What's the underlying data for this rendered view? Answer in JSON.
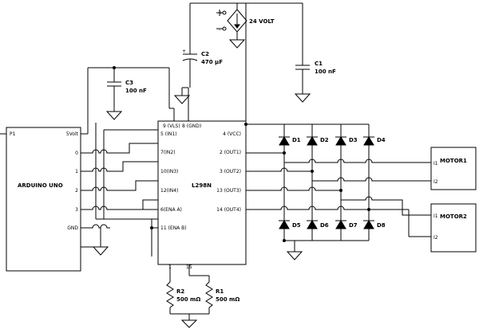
{
  "arduino": {
    "title": "ARDUINO UNO",
    "ref": "P1",
    "pins": [
      "5Volt",
      "0",
      "1",
      "2",
      "3",
      "GND"
    ]
  },
  "driver": {
    "title": "L298N",
    "top_pins": [
      "9 (VLS)",
      "8 (GND)"
    ],
    "left_pins": [
      "5 (IN1)",
      "7(IN2)",
      "10(IN3)",
      "12(IN4)",
      "6(ENA A)",
      "11 (ENA B)"
    ],
    "right_pins": [
      "4 (VCC)",
      "2 (OUT1)",
      "3 (OUT2)",
      "13 (OUT3)",
      "14 (OUT4)"
    ],
    "bottom_pins": [
      "1",
      "15"
    ]
  },
  "source": {
    "label": "24 VOLT",
    "plus": "+",
    "minus": "-"
  },
  "caps": {
    "c1": {
      "name": "C1",
      "value": "100 nF"
    },
    "c2": {
      "name": "C2",
      "value": "470 µF",
      "polarity": "+"
    },
    "c3": {
      "name": "C3",
      "value": "100 nF"
    }
  },
  "diodes": [
    "D1",
    "D2",
    "D3",
    "D4",
    "D5",
    "D6",
    "D7",
    "D8"
  ],
  "resistors": {
    "r1": {
      "name": "R1",
      "value": "500 mΩ"
    },
    "r2": {
      "name": "R2",
      "value": "500 mΩ"
    }
  },
  "motors": {
    "m1": {
      "label": "MOTOR1",
      "pin1": "I1",
      "pin2": "I2"
    },
    "m2": {
      "label": "MOTOR2",
      "pin1": "I1",
      "pin2": "I2"
    }
  }
}
